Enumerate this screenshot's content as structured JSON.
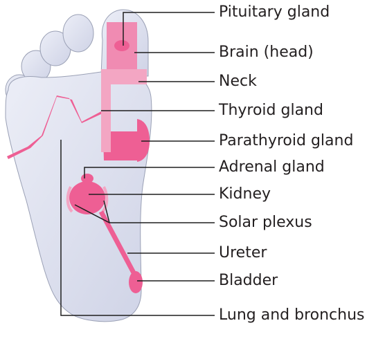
{
  "colors": {
    "zone": "#ee5f94",
    "zone_light": "#f3a6c3",
    "foot": "#dde0ee",
    "outline": "#9aa0b5",
    "leader": "#1e1e1e",
    "text": "#231f20"
  },
  "labels": {
    "pituitary": "Pituitary gland",
    "brain": "Brain (head)",
    "neck": "Neck",
    "thyroid": "Thyroid gland",
    "parathyroid": "Parathyroid gland",
    "adrenal": "Adrenal gland",
    "kidney": "Kidney",
    "solar": "Solar plexus",
    "ureter": "Ureter",
    "bladder": "Bladder",
    "lung": "Lung and bronchus"
  }
}
